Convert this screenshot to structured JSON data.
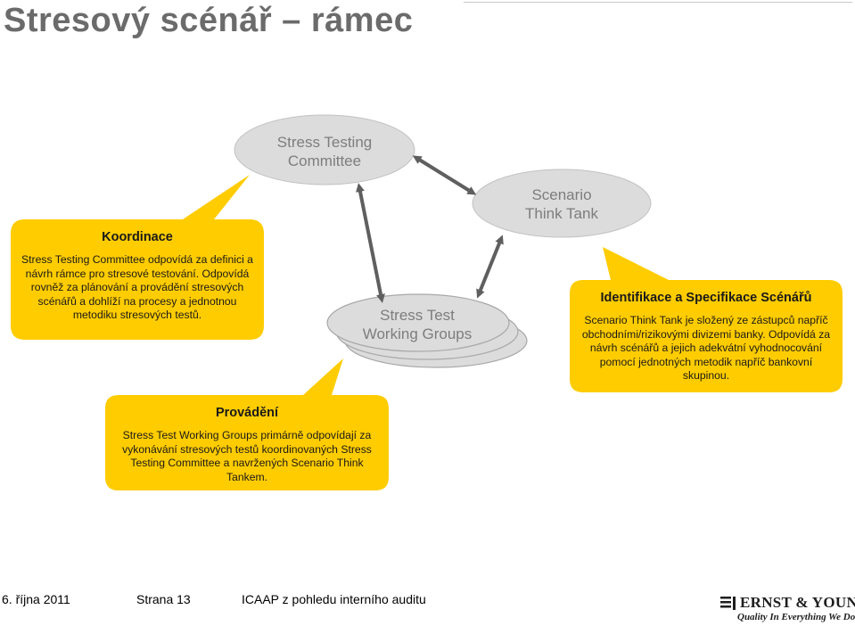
{
  "slide_title": "Stresový scénář – rámec",
  "nodes": {
    "committee": [
      "Stress Testing",
      "Committee"
    ],
    "think_tank": [
      "Scenario",
      "Think Tank"
    ],
    "working_groups": [
      "Stress Test",
      "Working Groups"
    ]
  },
  "callouts": {
    "koordinace": {
      "title": "Koordinace",
      "body": "Stress Testing Committee  odpovídá za definici a návrh rámce pro stresové testování. Odpovídá rovněž za plánování a provádění stresových scénářů a dohlíží na procesy a jednotnou metodiku stresových testů."
    },
    "identifikace": {
      "title": "Identifikace a Specifikace Scénářů",
      "body": "Scenario Think Tank je složený ze zástupců napříč obchodními/rizikovými divizemi banky. Odpovídá za návrh scénářů a jejich adekvátní vyhodnocování pomocí jednotných metodik napříč bankovní skupinou."
    },
    "provadeni": {
      "title": "Provádění",
      "body": "Stress Test Working Groups primárně odpovídají za vykonávání stresových testů koordinovaných Stress Testing Committee a navržených Scenario Think Tankem."
    }
  },
  "colors": {
    "callout_fill": "#FFCC00",
    "ellipse_fill": "#DCDCDC",
    "ellipse_text": "#7D7D7D",
    "arrow": "#5F5F5F"
  },
  "footer": {
    "date": "6. října 2011",
    "page": "Strana 13",
    "subject": "ICAAP z pohledu interního auditu"
  },
  "logo": {
    "name": "ERNST & YOUNG",
    "tagline": "Quality In Everything We Do"
  }
}
